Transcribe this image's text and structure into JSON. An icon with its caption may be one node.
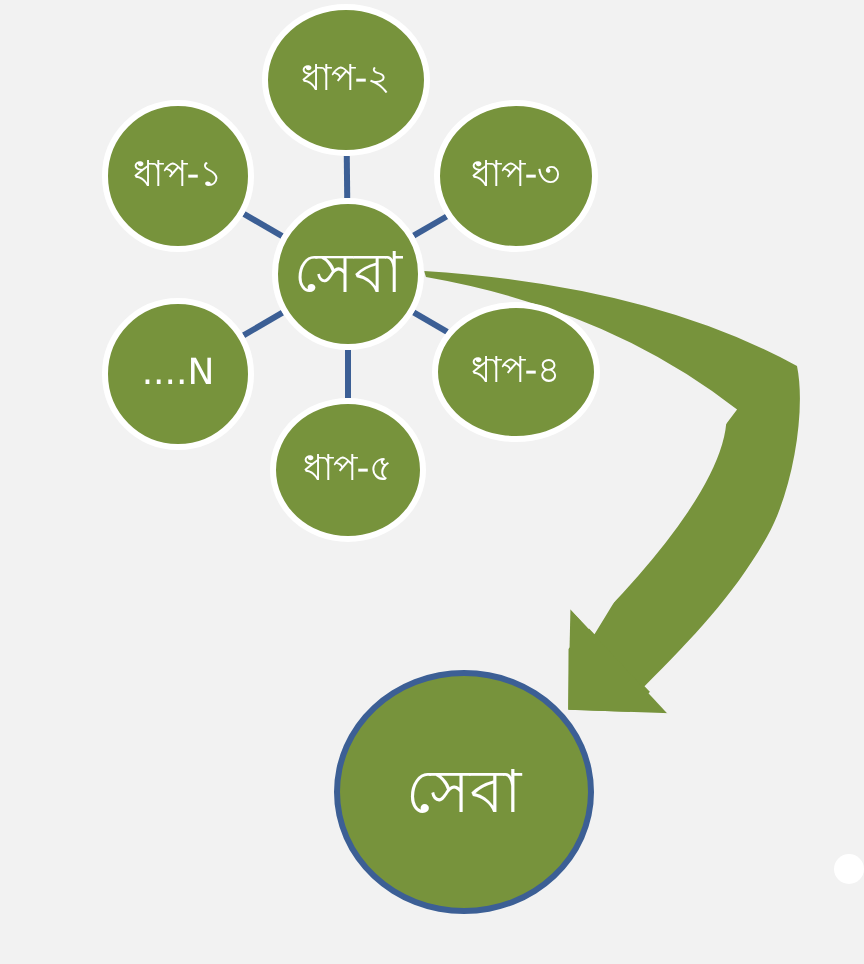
{
  "diagram": {
    "nodes": [
      {
        "text": [
          "ধাপ-২"
        ]
      },
      {
        "text": [
          "ধাপ-১"
        ]
      },
      {
        "text": [
          "ধাপ-৩"
        ]
      },
      {
        "text": [
          "সেবা"
        ]
      },
      {
        "text": [
          "....N"
        ]
      },
      {
        "text": [
          "ধাপ-৪"
        ]
      },
      {
        "text": [
          "ধাপ-৫"
        ]
      },
      {
        "text": [
          "সেবা"
        ]
      }
    ],
    "edges": [
      {
        "from": 3,
        "to": 0,
        "arrow": "none"
      },
      {
        "from": 3,
        "to": 1,
        "arrow": "none"
      },
      {
        "from": 3,
        "to": 2,
        "arrow": "none"
      },
      {
        "from": 3,
        "to": 4,
        "arrow": "none"
      },
      {
        "from": 3,
        "to": 5,
        "arrow": "none"
      },
      {
        "from": 3,
        "to": 6,
        "arrow": "none"
      },
      {
        "from": 3,
        "to": 7,
        "arrow": "to",
        "style": "thick",
        "color": "#77933c"
      }
    ]
  }
}
